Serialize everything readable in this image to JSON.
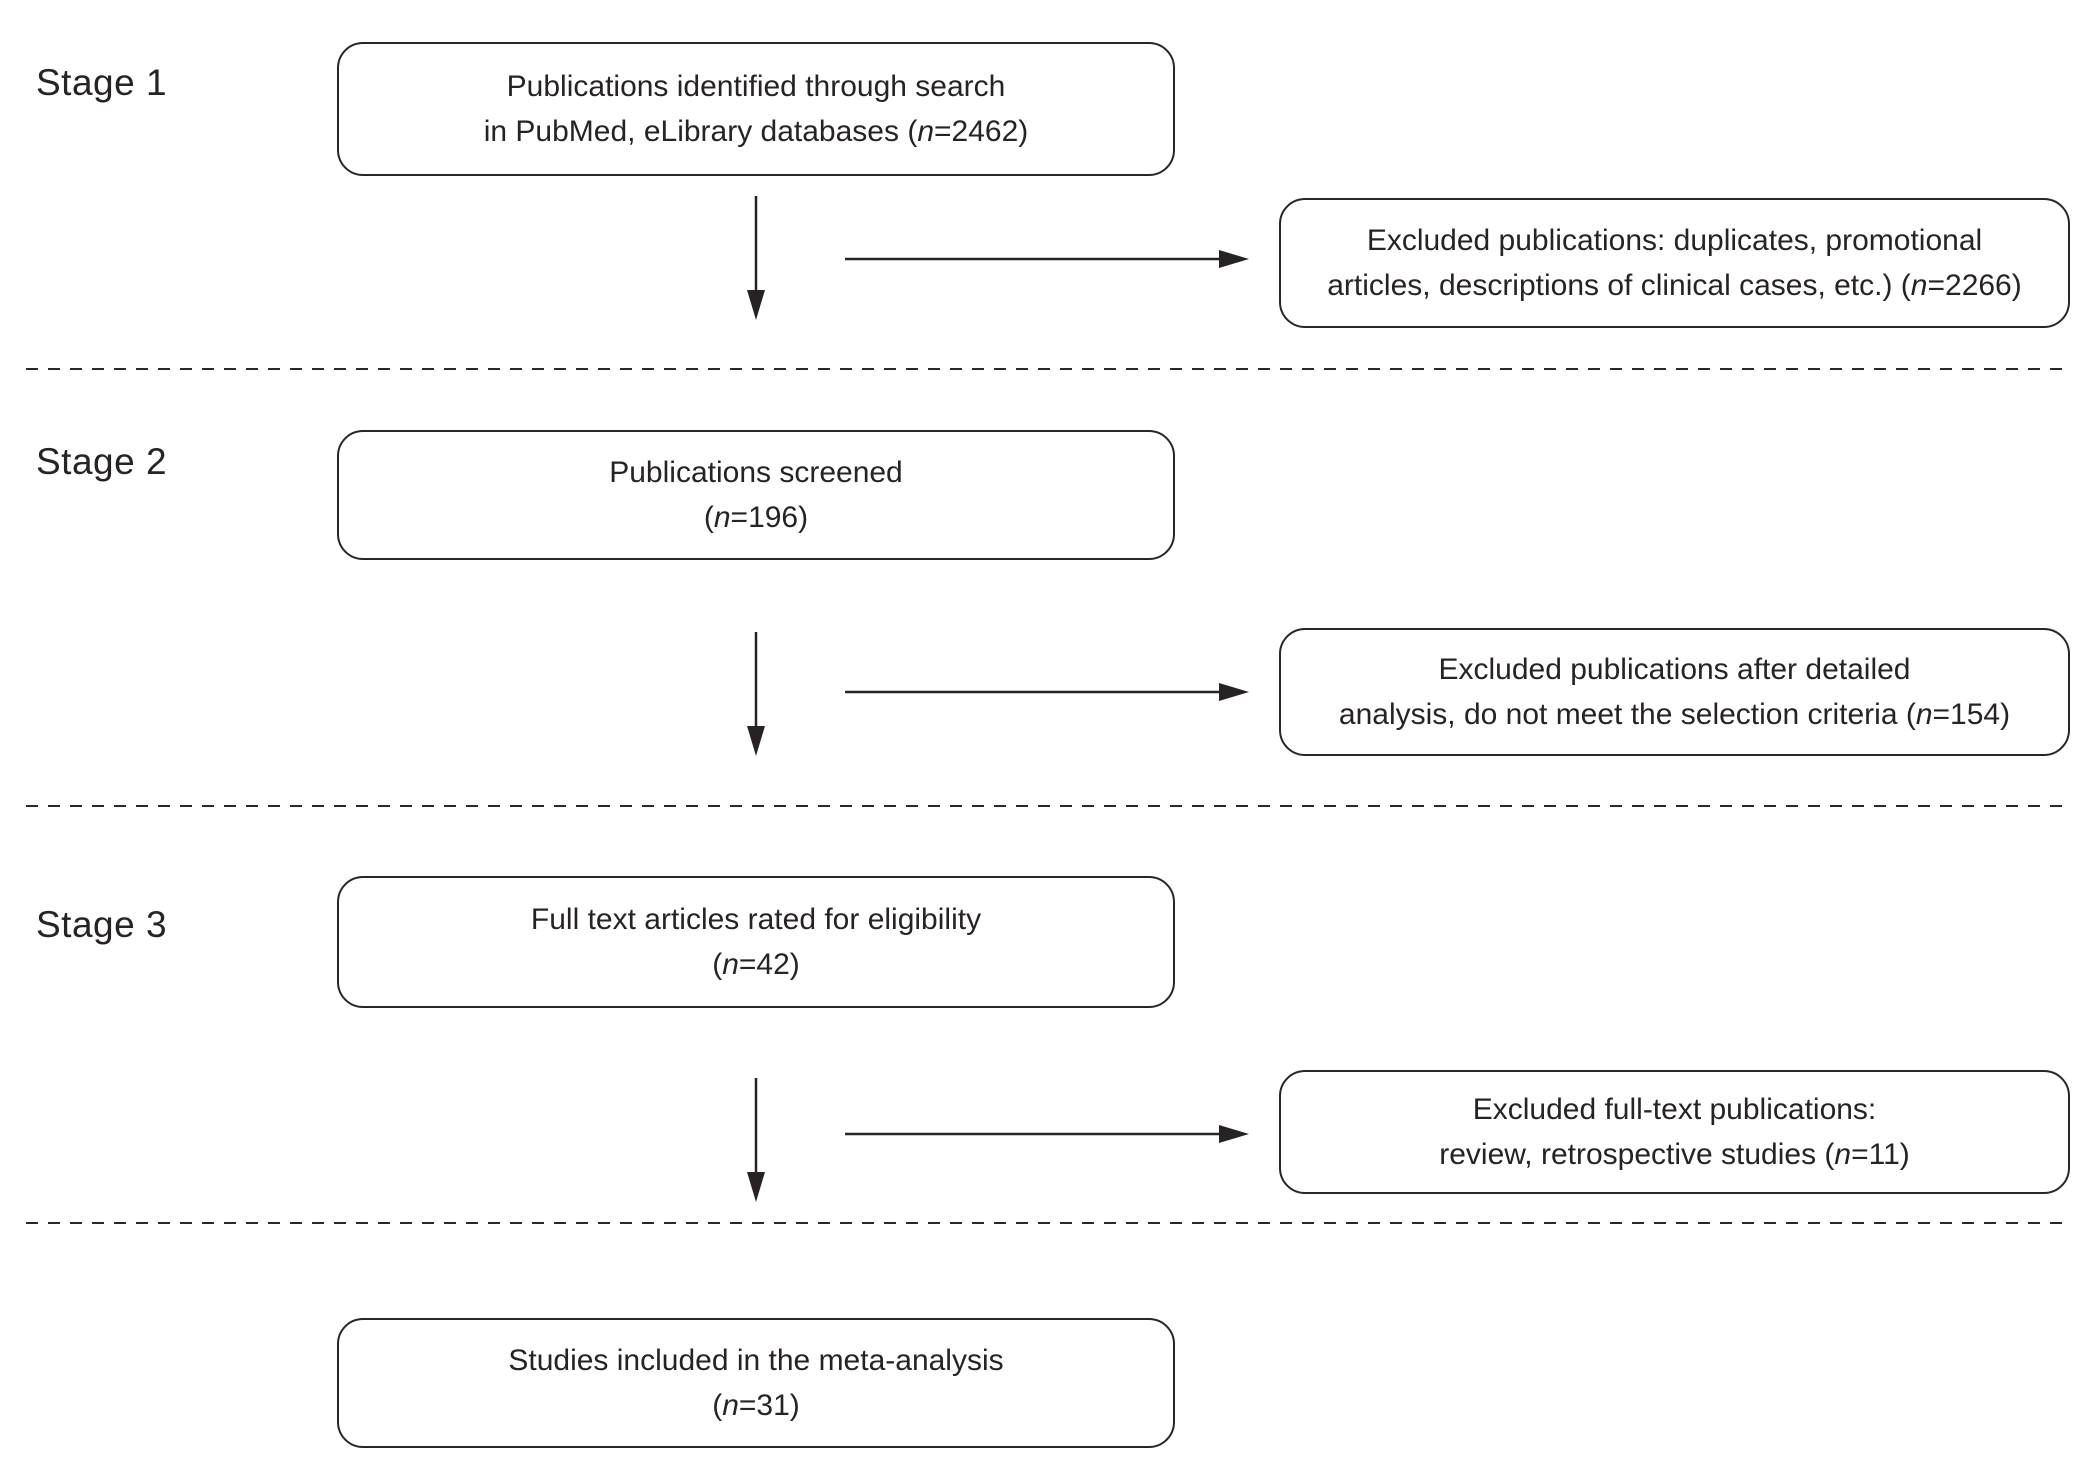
{
  "diagram": {
    "background": "#ffffff",
    "ink_color": "#272324",
    "stages": [
      {
        "label": "Stage 1",
        "main_box": {
          "line1": [
            {
              "t": "Publications identified through search"
            }
          ],
          "line2": [
            {
              "t": "in PubMed, eLibrary databases ("
            },
            {
              "t": "n",
              "i": true
            },
            {
              "t": "=2462)"
            }
          ]
        },
        "excluded_box": {
          "line1": [
            {
              "t": "Excluded publications: duplicates, promotional"
            }
          ],
          "line2": [
            {
              "t": "articles, descriptions of clinical cases, etc.) ("
            },
            {
              "t": "n",
              "i": true
            },
            {
              "t": "=2266)"
            }
          ]
        }
      },
      {
        "label": "Stage 2",
        "main_box": {
          "line1": [
            {
              "t": "Publications screened"
            }
          ],
          "line2": [
            {
              "t": "("
            },
            {
              "t": "n",
              "i": true
            },
            {
              "t": "=196)"
            }
          ]
        },
        "excluded_box": {
          "line1": [
            {
              "t": "Excluded publications after detailed"
            }
          ],
          "line2": [
            {
              "t": "analysis, do not meet the selection criteria ("
            },
            {
              "t": "n",
              "i": true
            },
            {
              "t": "=154)"
            }
          ]
        }
      },
      {
        "label": "Stage 3",
        "main_box": {
          "line1": [
            {
              "t": "Full text articles rated for eligibility"
            }
          ],
          "line2": [
            {
              "t": "("
            },
            {
              "t": "n",
              "i": true
            },
            {
              "t": "=42)"
            }
          ]
        },
        "excluded_box": {
          "line1": [
            {
              "t": "Excluded full-text publications:"
            }
          ],
          "line2": [
            {
              "t": "review, retrospective studies ("
            },
            {
              "t": "n",
              "i": true
            },
            {
              "t": "=11)"
            }
          ]
        }
      }
    ],
    "included_box": {
      "line1": [
        {
          "t": "Studies included in the meta-analysis"
        }
      ],
      "line2": [
        {
          "t": "("
        },
        {
          "t": "n",
          "i": true
        },
        {
          "t": "=31)"
        }
      ]
    }
  }
}
